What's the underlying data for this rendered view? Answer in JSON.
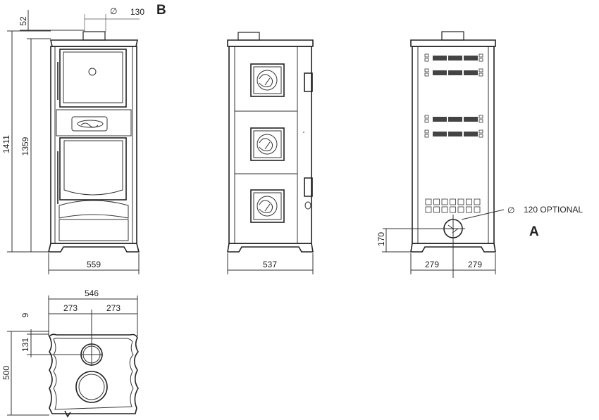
{
  "labels": {
    "marker_b": "B",
    "marker_a": "A",
    "flue_diameter": "130",
    "optional_inlet": "120 OPTIONAL",
    "diameter_symbol": "∅"
  },
  "dimensions": {
    "flue_height": "52",
    "total_height": "1411",
    "body_height": "1359",
    "front_width": "559",
    "side_depth": "537",
    "rear_half_left": "279",
    "rear_half_right": "279",
    "inlet_height": "170",
    "plan_width": "546",
    "plan_half_left": "273",
    "plan_half_right": "273",
    "plan_depth": "500",
    "plan_offset_small": "9",
    "plan_offset_flue": "131"
  }
}
